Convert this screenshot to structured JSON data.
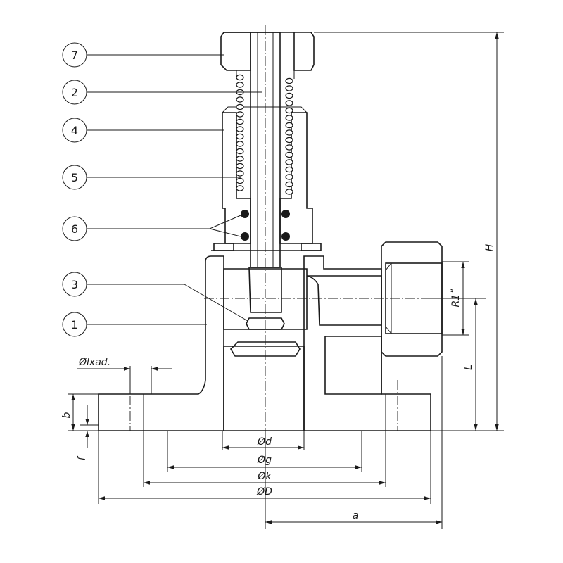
{
  "callouts": [
    "7",
    "2",
    "4",
    "5",
    "6",
    "3",
    "1"
  ],
  "dimensions": {
    "bolt_hole": "Ølxad.",
    "b": "b",
    "f": "f",
    "d": "Ød",
    "g": "Øg",
    "k": "Øk",
    "D": "ØD",
    "a": "a",
    "L": "L",
    "H": "H",
    "thread": "R1ʺ"
  },
  "colors": {
    "line": "#1a1a1a",
    "background": "#ffffff"
  }
}
